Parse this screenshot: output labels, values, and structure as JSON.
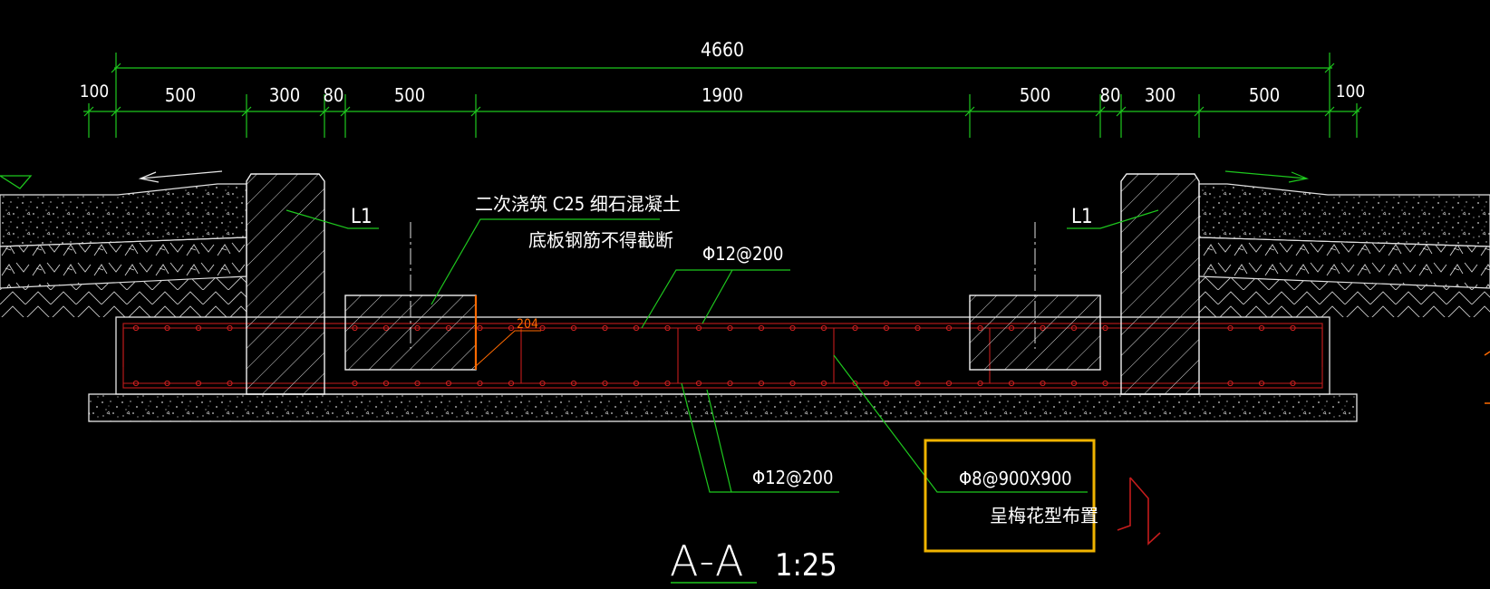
{
  "dimensions": {
    "overall": "4660",
    "segments": [
      "100",
      "500",
      "300",
      "80",
      "500",
      "1900",
      "500",
      "80",
      "300",
      "500",
      "100"
    ]
  },
  "labels": {
    "beam_left": "L1",
    "beam_right": "L1",
    "concrete_line1": "二次浇筑  C25  细石混凝土",
    "concrete_line2": "底板钢筋不得截断",
    "rebar_top": "Φ12@200",
    "rebar_bottom": "Φ12@200",
    "spacer_line1": "Φ8@900X900",
    "spacer_line2": "呈梅花型布置",
    "small_dim": "204"
  },
  "section": {
    "name": "A-A",
    "scale": "1:25"
  },
  "colors": {
    "background": "#000000",
    "dimension": "#1ec81e",
    "outline": "#e8e8e8",
    "rebar": "#c41c1c",
    "highlight": "#f0b400",
    "orange": "#ff6a00"
  }
}
